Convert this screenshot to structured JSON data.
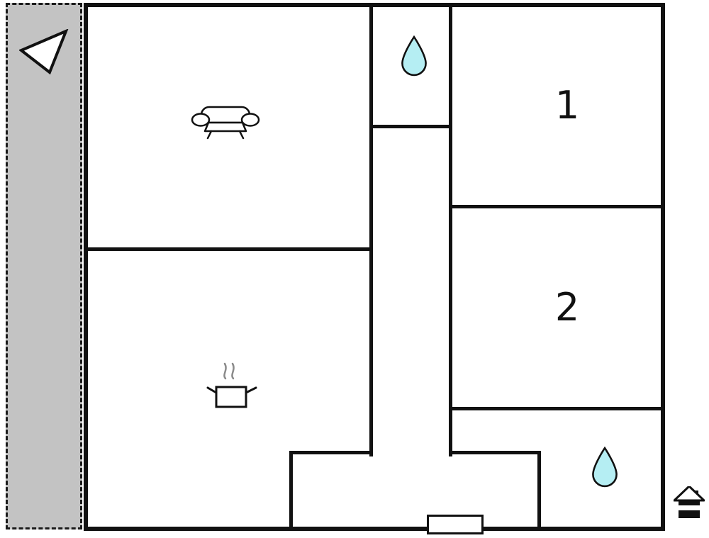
{
  "floor_plan": {
    "room1_label": "1",
    "room2_label": "2"
  },
  "colors": {
    "wall": "#111111",
    "terrace_fill": "#c3c3c3",
    "water_drop_fill": "#b5eef3",
    "water_drop_stroke": "#111111",
    "steam": "#8a8a8a",
    "icon_outline": "#111111",
    "background": "#ffffff"
  },
  "icons": {
    "north_arrow": "north-arrow",
    "sofa": "sofa",
    "pot": "cooking-pot",
    "water_drop": "water-drop",
    "house": "house"
  }
}
